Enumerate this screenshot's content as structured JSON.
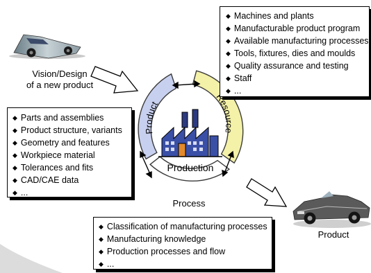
{
  "vision": {
    "line1": "Vision/Design",
    "line2": "of a new product"
  },
  "resource_box": {
    "items": [
      "Machines and plants",
      "Manufacturable product program",
      "Available manufacturing processes",
      "Tools, fixtures, dies and moulds",
      "Quality assurance and testing",
      "Staff",
      "..."
    ]
  },
  "product_box": {
    "items": [
      "Parts and assemblies",
      "Product structure, variants",
      "Geometry and features",
      "Workpiece material",
      "Tolerances and fits",
      "CAD/CAE data",
      "..."
    ]
  },
  "process_box": {
    "items": [
      "Classification of manufacturing processes",
      "Manufacturing knowledge",
      "Production processes and flow",
      "..."
    ]
  },
  "cycle": {
    "product_label": "Product",
    "resource_label": "Resource",
    "process_label": "Process",
    "center_label": "Production",
    "product_color": "#c8d0ef",
    "resource_color": "#f4f1a8",
    "process_color": "#ffffff"
  },
  "output": {
    "label": "Product"
  }
}
